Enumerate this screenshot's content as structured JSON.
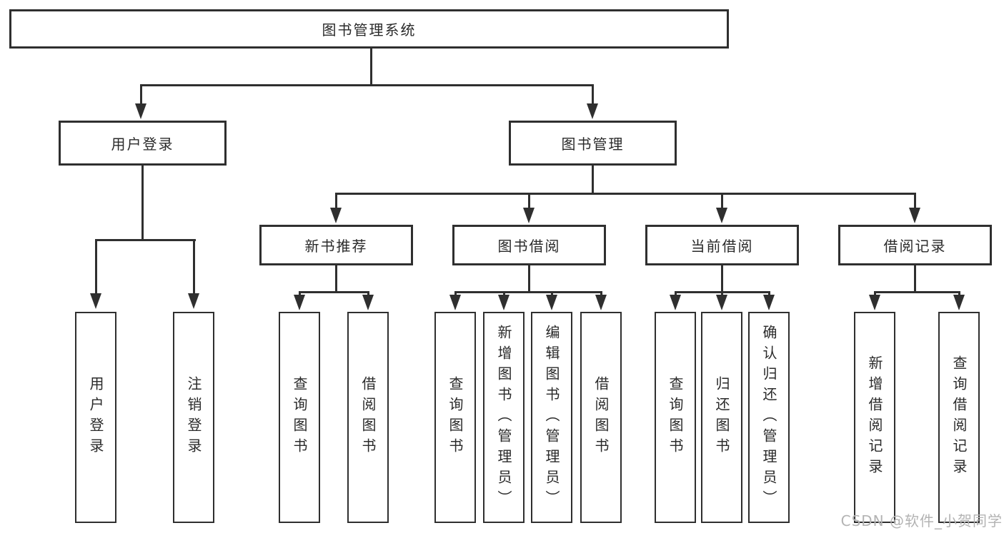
{
  "diagram": {
    "root": {
      "label": "图书管理系统"
    },
    "user_login": {
      "label": "用户登录",
      "children": [
        {
          "label": "用户登录"
        },
        {
          "label": "注销登录"
        }
      ]
    },
    "book_manage": {
      "label": "图书管理",
      "children": [
        {
          "label": "新书推荐",
          "children": [
            {
              "label": "查询图书"
            },
            {
              "label": "借阅图书"
            }
          ]
        },
        {
          "label": "图书借阅",
          "children": [
            {
              "label": "查询图书"
            },
            {
              "label": "新增图书（管理员）"
            },
            {
              "label": "编辑图书（管理员）"
            },
            {
              "label": "借阅图书"
            }
          ]
        },
        {
          "label": "当前借阅",
          "children": [
            {
              "label": "查询图书"
            },
            {
              "label": "归还图书"
            },
            {
              "label": "确认归还（管理员）"
            }
          ]
        },
        {
          "label": "借阅记录",
          "children": [
            {
              "label": "新增借阅记录"
            },
            {
              "label": "查询借阅记录"
            }
          ]
        }
      ]
    },
    "watermark": "CSDN @软件_小贺同学",
    "colors": {
      "line": "#2f2f2f",
      "text": "#2a2a2a",
      "background": "#ffffff",
      "watermark": "#b3b3b3"
    }
  }
}
